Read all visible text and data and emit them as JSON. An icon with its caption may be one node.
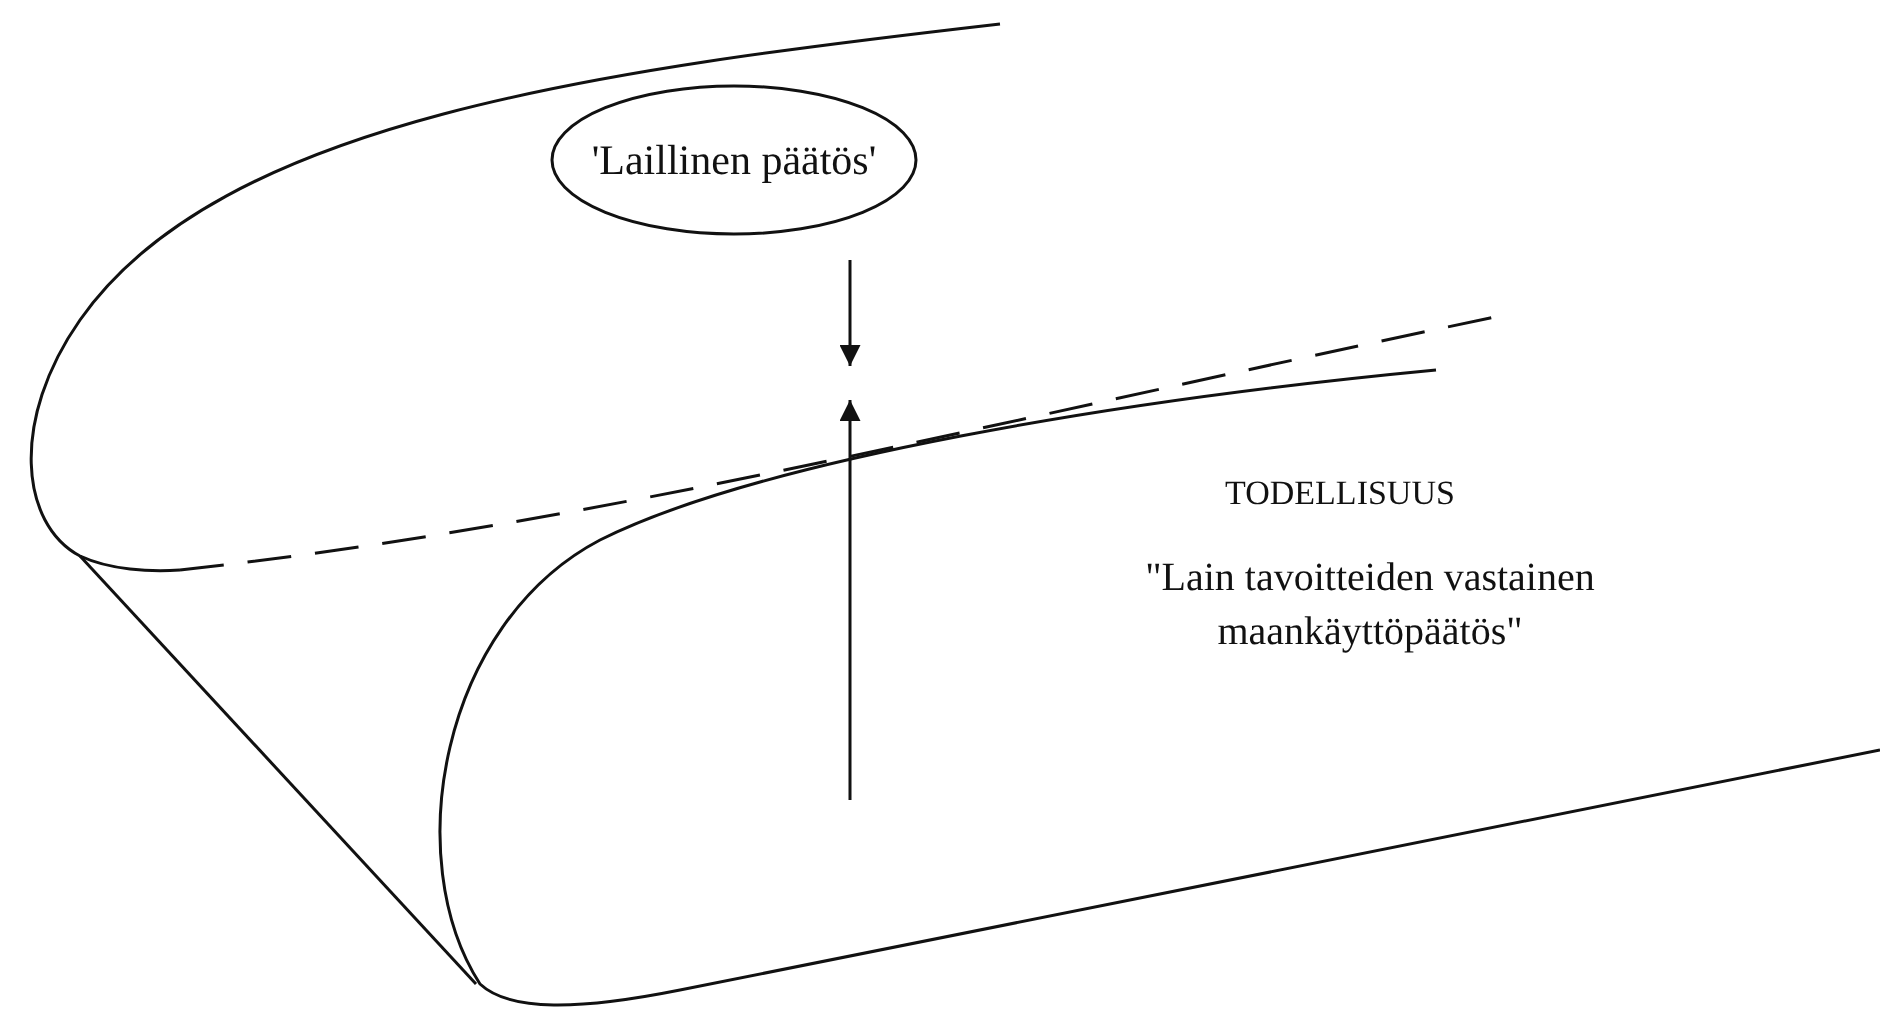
{
  "diagram": {
    "nodes": [
      {
        "text": [
          "'Laillinen päätös'"
        ]
      }
    ],
    "edges": [],
    "labels": [
      "TODELLISUUS",
      "\"Lain tavoitteiden vastainen maankäyttöpäätös\""
    ]
  }
}
